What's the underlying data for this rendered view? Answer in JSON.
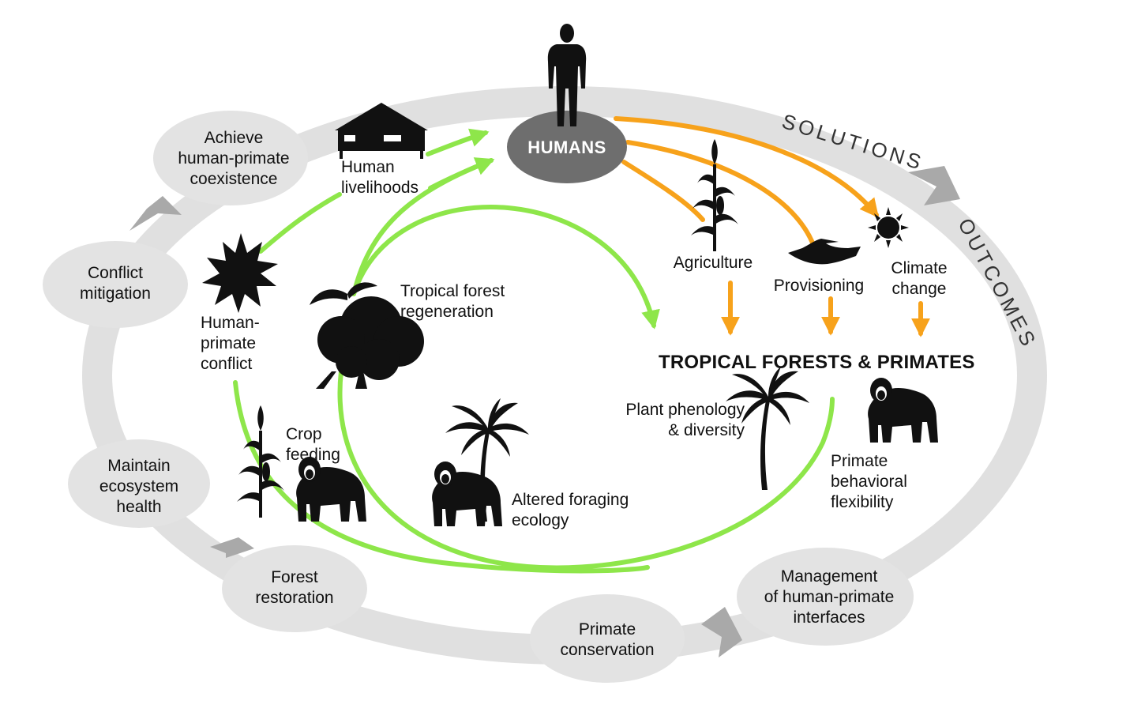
{
  "center": {
    "label": "HUMANS"
  },
  "target": {
    "label": "TROPICAL FORESTS & PRIMATES"
  },
  "ring": {
    "solutions": "SOLUTIONS",
    "outcomes": "OUTCOMES"
  },
  "solution_bubbles": [
    "Achieve\nhuman-primate\ncoexistence",
    "Conflict\nmitigation",
    "Maintain\necosystem\nhealth",
    "Forest\nrestoration",
    "Primate\nconservation",
    "Management\nof human-primate\ninterfaces"
  ],
  "drivers": [
    "Agriculture",
    "Provisioning",
    "Climate\nchange"
  ],
  "labels": {
    "livelihoods": "Human\nlivelihoods",
    "conflict": "Human-\nprimate\nconflict",
    "regeneration": "Tropical forest\nregeneration",
    "crop_feeding": "Crop\nfeeding",
    "foraging": "Altered foraging\necology",
    "phenology": "Plant phenology\n& diversity",
    "flexibility": "Primate\nbehavioral\nflexibility"
  },
  "icons": [
    "person-icon",
    "house-icon",
    "corn-icon",
    "hand-icon",
    "sun-icon",
    "starburst-icon",
    "tree-icon",
    "palm-icon",
    "primate-icon"
  ],
  "colors": {
    "ring": "#e0e0e0",
    "bubble": "#e3e3e3",
    "chevron": "#a9a9a9",
    "hub": "#6e6e6e",
    "green": "#8ee64a",
    "orange": "#f7a21b",
    "ink": "#111111"
  }
}
